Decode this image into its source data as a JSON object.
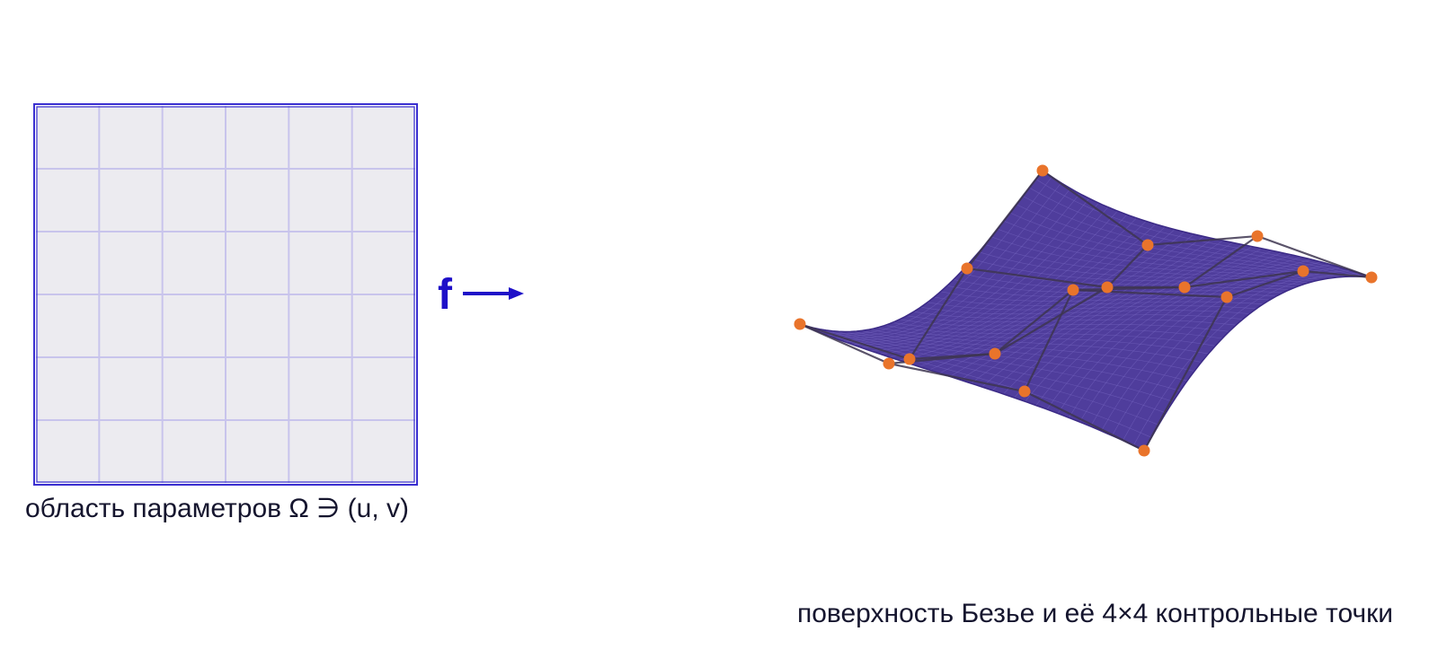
{
  "parameter_domain": {
    "caption": "область параметров Ω ∋ (u, v)",
    "grid_divisions": 6,
    "fill_color": "#ecebf0",
    "grid_color": "#c8c4ec",
    "border_color": "#3a2fd0"
  },
  "mapping": {
    "label": "f",
    "color": "#1e0fc8",
    "arrow": "right-arrow"
  },
  "surface": {
    "caption": "поверхность Безье и её 4×4 контрольные точки",
    "control_grid_size": "4×4",
    "control_point_count": 16,
    "surface_color": "#4f3d9c",
    "surface_edge_color": "#3b2a86",
    "control_net_color": "#3d3550",
    "control_point_color": "#e9742b"
  }
}
